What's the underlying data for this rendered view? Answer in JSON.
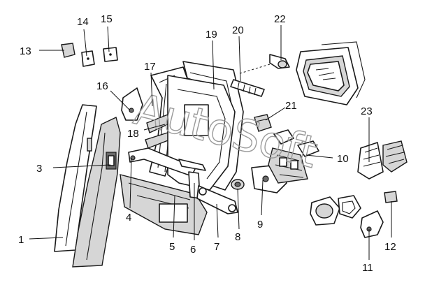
{
  "diagram": {
    "watermark_text": "AutoSoft",
    "callouts": [
      {
        "id": "callout-1",
        "label": "1"
      },
      {
        "id": "callout-3",
        "label": "3"
      },
      {
        "id": "callout-4",
        "label": "4"
      },
      {
        "id": "callout-5",
        "label": "5"
      },
      {
        "id": "callout-6",
        "label": "6"
      },
      {
        "id": "callout-7",
        "label": "7"
      },
      {
        "id": "callout-8",
        "label": "8"
      },
      {
        "id": "callout-9",
        "label": "9"
      },
      {
        "id": "callout-10",
        "label": "10"
      },
      {
        "id": "callout-11",
        "label": "11"
      },
      {
        "id": "callout-12",
        "label": "12"
      },
      {
        "id": "callout-13",
        "label": "13"
      },
      {
        "id": "callout-14",
        "label": "14"
      },
      {
        "id": "callout-15",
        "label": "15"
      },
      {
        "id": "callout-16",
        "label": "16"
      },
      {
        "id": "callout-17",
        "label": "17"
      },
      {
        "id": "callout-18",
        "label": "18"
      },
      {
        "id": "callout-19",
        "label": "19"
      },
      {
        "id": "callout-20",
        "label": "20"
      },
      {
        "id": "callout-21",
        "label": "21"
      },
      {
        "id": "callout-22",
        "label": "22"
      },
      {
        "id": "callout-23",
        "label": "23"
      }
    ]
  }
}
